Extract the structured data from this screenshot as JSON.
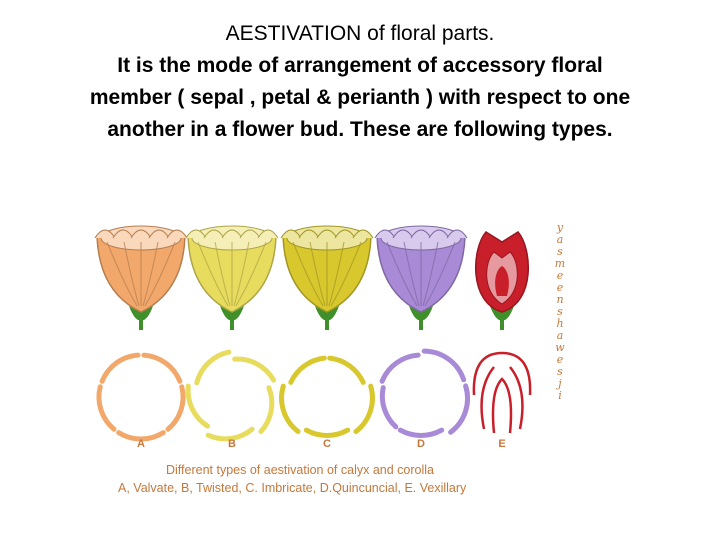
{
  "slide": {
    "heading": "AESTIVATION of floral parts.",
    "paragraph_lines": [
      "It is the mode of arrangement of accessory floral",
      "member ( sepal , petal & perianth ) with respect to one",
      "another in a flower bud. These are following types."
    ]
  },
  "figure": {
    "types": [
      {
        "letter": "A",
        "name": "Valvate",
        "color": "#f2a86b",
        "pattern": "valvate"
      },
      {
        "letter": "B",
        "name": "Twisted",
        "color": "#e8dc5e",
        "pattern": "twisted"
      },
      {
        "letter": "C",
        "name": "Imbricate",
        "color": "#d8c82e",
        "pattern": "imbricate"
      },
      {
        "letter": "D",
        "name": "Quincuncial",
        "color": "#a98ad6",
        "pattern": "quincuncial"
      },
      {
        "letter": "E",
        "name": "Vexillary",
        "color": "#c81f2a",
        "pattern": "vexillary"
      }
    ],
    "caption_line1": "Different types of aestivation of calyx and corolla",
    "caption_line2": "A, Valvate, B, Twisted, C. Imbricate, D.Quincuncial, E. Vexillary",
    "label_color": "#c5783a",
    "stem_color": "#3f8f2a",
    "watermark": "yasmeenshawesji"
  }
}
